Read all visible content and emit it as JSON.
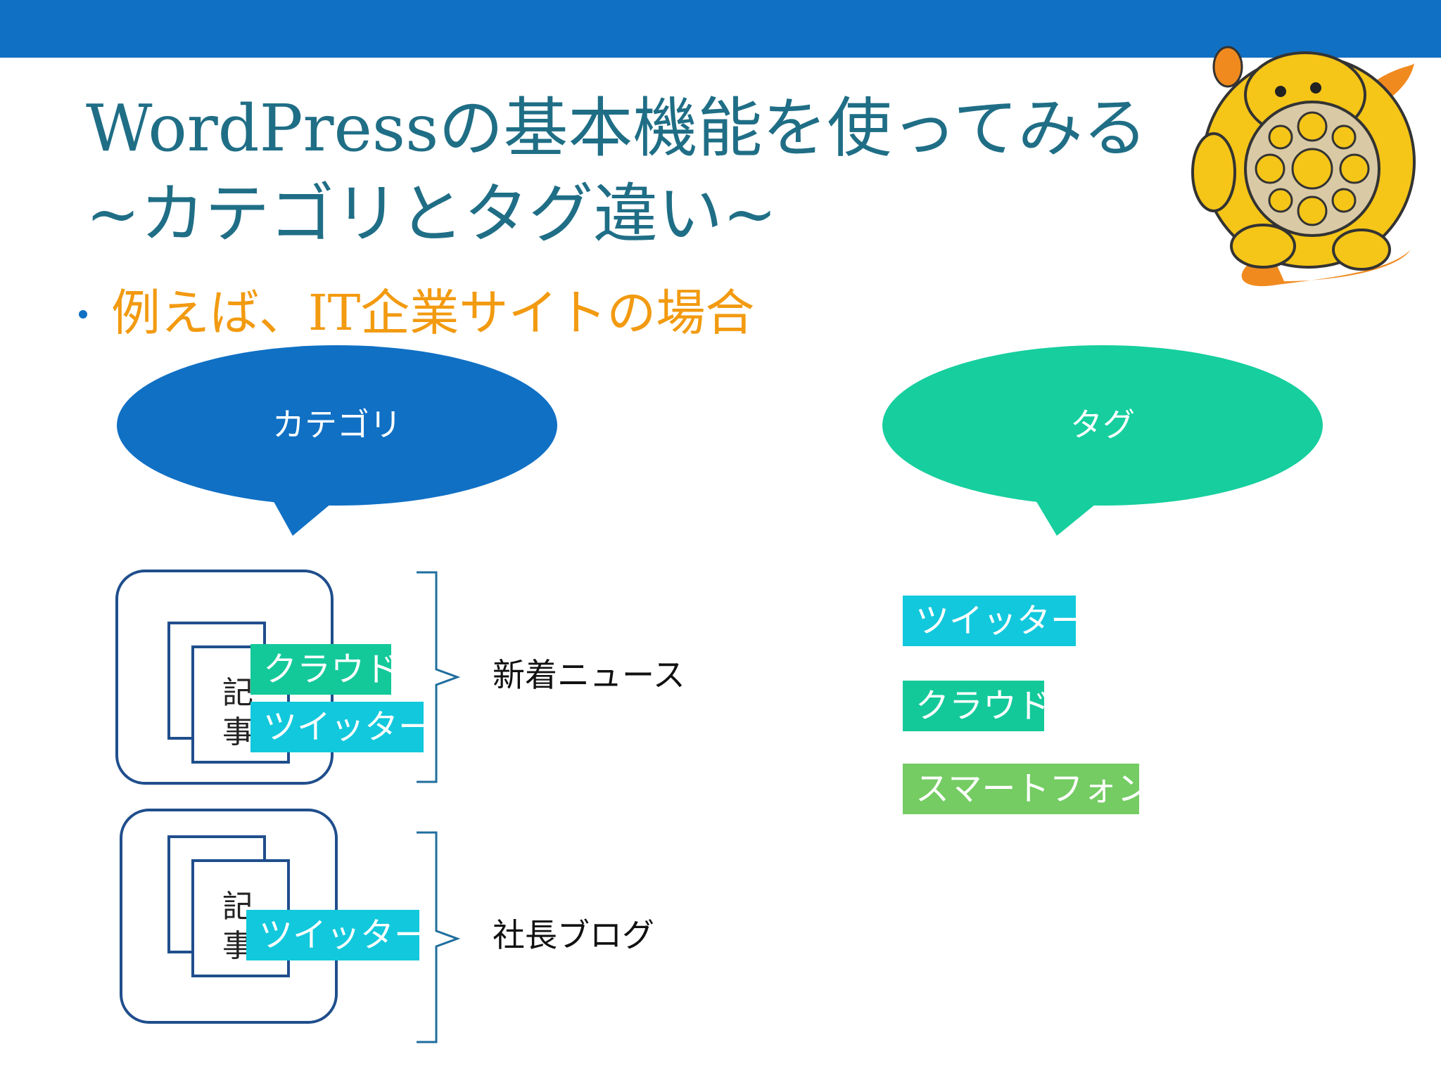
{
  "slide": {
    "title_line1": "WordPressの基本機能を使ってみる",
    "title_line2": "~カテゴリとタグ違い~",
    "bullet": "例えば、IT企業サイトの場合",
    "mascot_icon": "wapuu-mascot-icon"
  },
  "colors": {
    "header_bar": "#1070C4",
    "title": "#1F6E86",
    "bullet_text": "#F29A10",
    "category_bubble": "#1070C4",
    "tag_bubble": "#16CE9E",
    "tag_cyan": "#12C8DC",
    "tag_green": "#13C99A",
    "tag_lime": "#74CC63"
  },
  "category": {
    "bubble_label": "カテゴリ",
    "groups": [
      {
        "label": "新着ニュース",
        "doc_text": [
          "記",
          "事"
        ],
        "tags": [
          "クラウド",
          "ツイッター"
        ]
      },
      {
        "label": "社長ブログ",
        "doc_text": [
          "記",
          "事"
        ],
        "tags": [
          "ツイッター"
        ]
      }
    ]
  },
  "tag": {
    "bubble_label": "タグ",
    "items": [
      "ツイッター",
      "クラウド",
      "スマートフォン"
    ]
  }
}
